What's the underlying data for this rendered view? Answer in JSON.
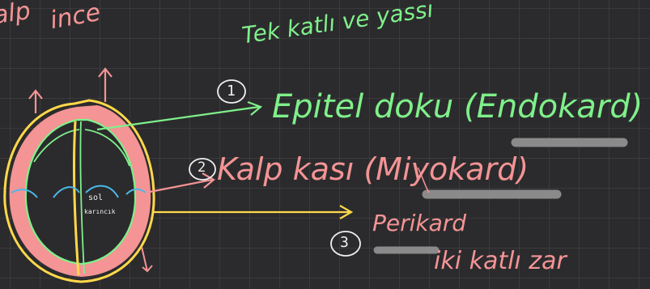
{
  "notes": {
    "top_left_word_1": "alp",
    "top_left_word_2": "ince",
    "tek_katli": "Tek katlı ve yassı",
    "num_1": "1",
    "epitel": "Epitel doku (Endokard)",
    "num_2": "2",
    "kalp_kasi": "Kalp kası (Miyokard)",
    "num_3": "3",
    "perikard": "Perikard",
    "iki_katli": "iki katlı zar",
    "sol": "sol",
    "karincik": "karıncık"
  },
  "colors": {
    "background": "#2b2b2d",
    "grid": "#3a3a3d",
    "green": "#7ff08a",
    "pink": "#f49495",
    "yellow": "#ffd84a",
    "blue": "#4bb8e8",
    "highlight": "#8a8a8a"
  }
}
